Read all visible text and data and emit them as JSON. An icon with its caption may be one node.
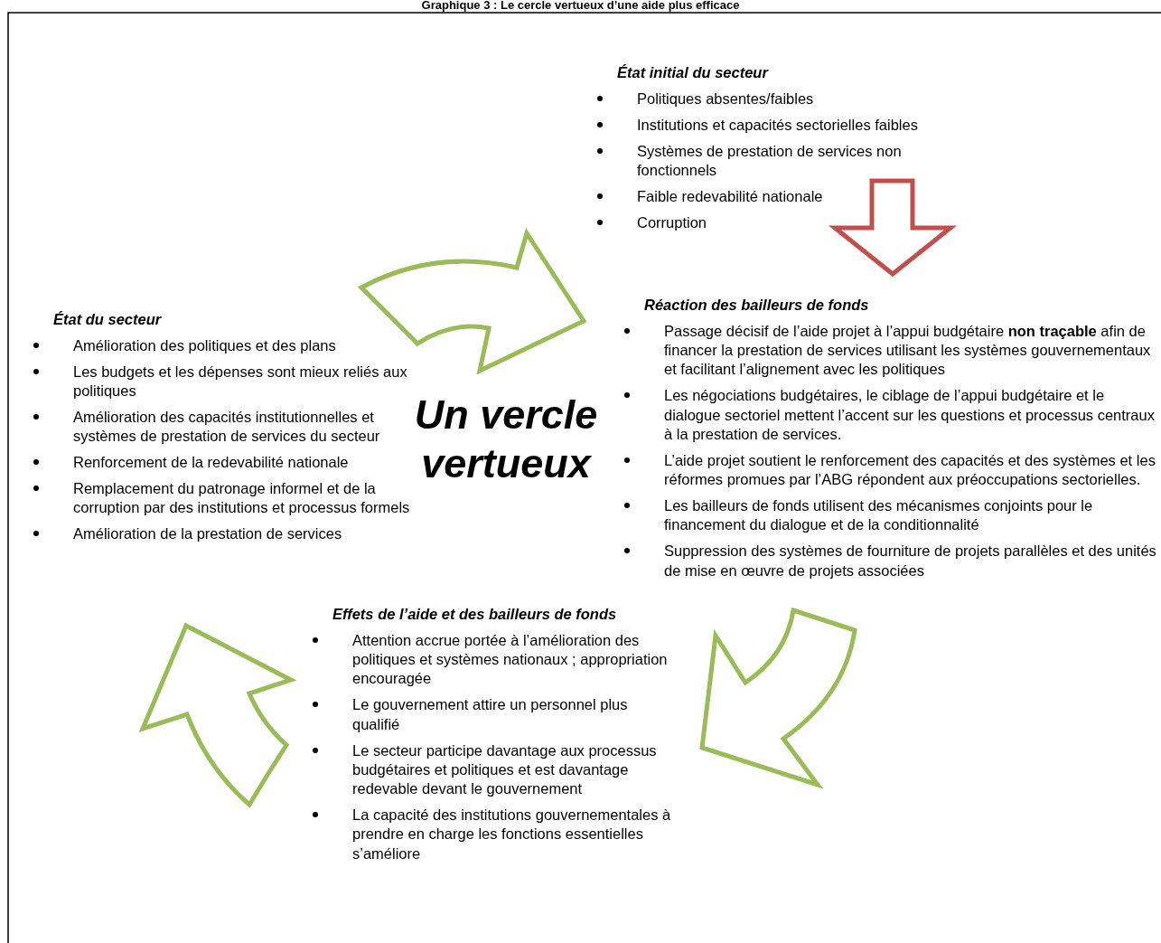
{
  "diagram": {
    "title": "Graphique 3 : Le cercle vertueux d’une aide plus efficace",
    "nodes": [
      {
        "text": [
          "État initial du secteur",
          "Politiques absentes/faibles",
          "Institutions et capacités sectorielles faibles",
          "Systèmes de prestation de services non fonctionnels",
          "Faible redevabilité nationale",
          "Corruption"
        ]
      },
      {
        "text": [
          "Réaction des bailleurs de fonds",
          "Passage décisif de l’aide projet à l’appui budgétaire **non traçable** afin de financer la prestation de services utilisant les systèmes gouvernementaux et facilitant l’alignement avec les politiques",
          "Les négociations budgétaires, le ciblage de l’appui budgétaire et le dialogue sectoriel mettent l’accent sur les questions et processus centraux à la prestation de services.",
          "L’aide projet soutient le renforcement des capacités et des systèmes et les réformes promues par l’ABG répondent aux préoccupations sectorielles.",
          "Les bailleurs de fonds utilisent des mécanismes conjoints pour le financement du dialogue et de la conditionnalité",
          "Suppression des systèmes de fourniture de projets parallèles et des unités de mise en œuvre de projets associées"
        ]
      },
      {
        "text": [
          "État du secteur",
          "Amélioration des politiques et des plans",
          "Les budgets et les dépenses sont mieux reliés aux politiques",
          "Amélioration des capacités institutionnelles et systèmes de prestation de services du secteur",
          "Renforcement de la redevabilité nationale",
          "Remplacement du patronage informel et de la corruption par des institutions et processus formels",
          "Amélioration de la prestation de services"
        ]
      },
      {
        "text": [
          "Effets de l’aide et des bailleurs de fonds",
          "Attention accrue portée à l’amélioration des politiques et systèmes nationaux ; appropriation encouragée",
          "Le gouvernement attire un personnel plus qualifié",
          "Le secteur participe davantage aux processus budgétaires et politiques et est davantage redevable devant le gouvernement",
          "La capacité des institutions gouvernementales à prendre en charge les fonctions essentielles s’améliore"
        ]
      },
      {
        "text": [
          "Un vercle vertueux"
        ]
      }
    ],
    "edges": [
      {
        "from": 2,
        "to": 0,
        "arrow": "to"
      },
      {
        "from": 0,
        "to": 1,
        "arrow": "to",
        "color": "#c0504d"
      },
      {
        "from": 1,
        "to": 3,
        "arrow": "to"
      },
      {
        "from": 3,
        "to": 2,
        "arrow": "to"
      }
    ]
  }
}
